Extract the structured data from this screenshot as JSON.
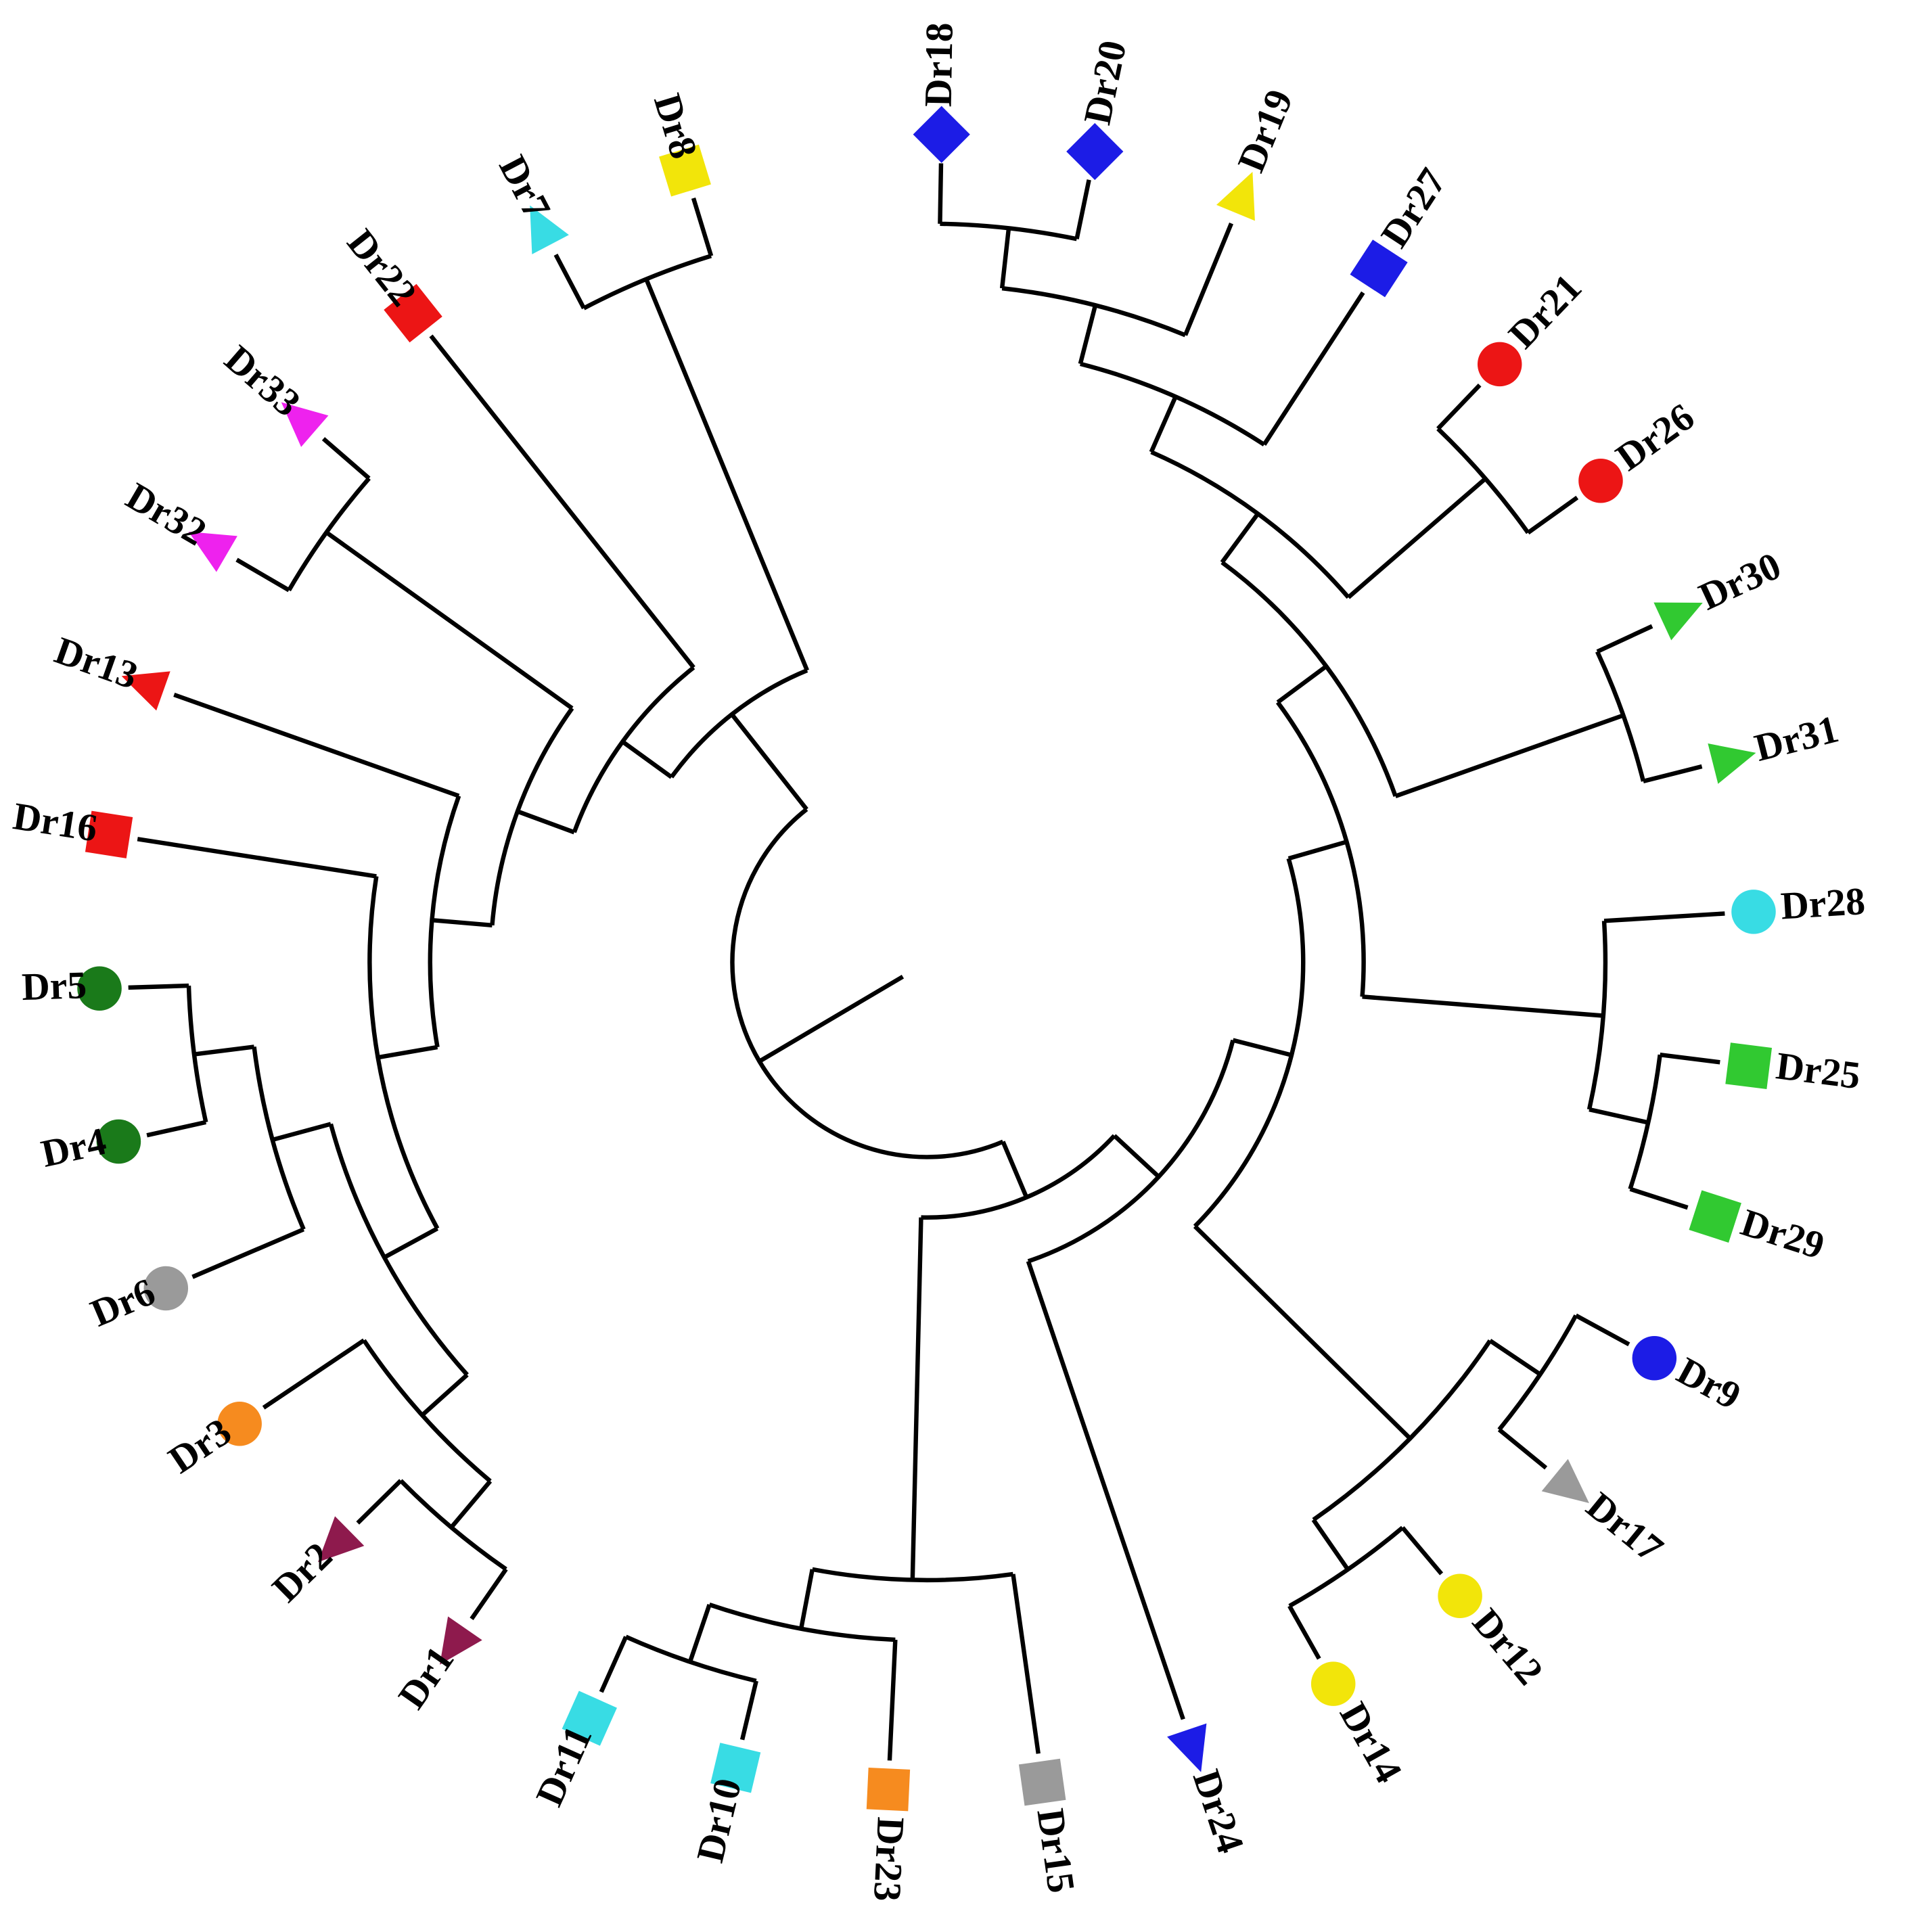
{
  "figure": {
    "type": "circular-phylogenetic-tree",
    "background": "#FFFFFF",
    "line_color": "#000000",
    "label_color": "#000000",
    "palette": {
      "blue": "#1C1CE6",
      "yellow": "#F2E50A",
      "red": "#EC1515",
      "green": "#31C931",
      "cyan": "#38DCE4",
      "darkgreen": "#1A7A1A",
      "gray": "#9A9A9A",
      "orange": "#F68B1F",
      "magenta": "#EE22EE",
      "maroon": "#8E1A4D"
    },
    "leaves": [
      {
        "label": "Dr18",
        "marker": "diamond",
        "color": "blue"
      },
      {
        "label": "Dr20",
        "marker": "diamond",
        "color": "blue"
      },
      {
        "label": "Dr19",
        "marker": "triangle",
        "color": "yellow"
      },
      {
        "label": "Dr27",
        "marker": "square",
        "color": "blue"
      },
      {
        "label": "Dr21",
        "marker": "circle",
        "color": "red"
      },
      {
        "label": "Dr26",
        "marker": "circle",
        "color": "red"
      },
      {
        "label": "Dr30",
        "marker": "triangle",
        "color": "green"
      },
      {
        "label": "Dr31",
        "marker": "triangle",
        "color": "green"
      },
      {
        "label": "Dr28",
        "marker": "circle",
        "color": "cyan"
      },
      {
        "label": "Dr25",
        "marker": "square",
        "color": "green"
      },
      {
        "label": "Dr29",
        "marker": "square",
        "color": "green"
      },
      {
        "label": "Dr9",
        "marker": "circle",
        "color": "blue"
      },
      {
        "label": "Dr17",
        "marker": "triangle",
        "color": "gray"
      },
      {
        "label": "Dr12",
        "marker": "circle",
        "color": "yellow"
      },
      {
        "label": "Dr14",
        "marker": "circle",
        "color": "yellow"
      },
      {
        "label": "Dr24",
        "marker": "triangle",
        "color": "blue"
      },
      {
        "label": "Dr15",
        "marker": "square",
        "color": "gray"
      },
      {
        "label": "Dr23",
        "marker": "square",
        "color": "orange"
      },
      {
        "label": "Dr10",
        "marker": "square",
        "color": "cyan"
      },
      {
        "label": "Dr11",
        "marker": "square",
        "color": "cyan"
      },
      {
        "label": "Dr1",
        "marker": "triangle",
        "color": "maroon"
      },
      {
        "label": "Dr2",
        "marker": "triangle",
        "color": "maroon"
      },
      {
        "label": "Dr3",
        "marker": "circle",
        "color": "orange"
      },
      {
        "label": "Dr6",
        "marker": "circle",
        "color": "gray"
      },
      {
        "label": "Dr4",
        "marker": "circle",
        "color": "darkgreen"
      },
      {
        "label": "Dr5",
        "marker": "circle",
        "color": "darkgreen"
      },
      {
        "label": "Dr16",
        "marker": "square",
        "color": "red"
      },
      {
        "label": "Dr13",
        "marker": "triangle",
        "color": "red"
      },
      {
        "label": "Dr32",
        "marker": "triangle",
        "color": "magenta"
      },
      {
        "label": "Dr33",
        "marker": "triangle",
        "color": "magenta"
      },
      {
        "label": "Dr22",
        "marker": "square",
        "color": "red"
      },
      {
        "label": "Dr7",
        "marker": "triangle",
        "color": "cyan"
      },
      {
        "label": "Dr8",
        "marker": "square",
        "color": "yellow"
      }
    ],
    "tree": {
      "name": "root",
      "children": [
        {
          "name": "cladeB",
          "children": [
            {
              "name": "B1",
              "children": [
                {
                  "name": "B2",
                  "children": [
                    {
                      "name": "B3",
                      "children": [
                        {
                          "name": "B4",
                          "children": [
                            {
                              "name": "B5",
                              "children": [
                                {
                                  "name": "R3",
                                  "children": [
                                    {
                                      "name": "R2",
                                      "children": [
                                        {
                                          "name": "R1",
                                          "children": [
                                            {
                                              "leaf": "Dr18"
                                            },
                                            {
                                              "leaf": "Dr20"
                                            }
                                          ]
                                        },
                                        {
                                          "leaf": "Dr19"
                                        }
                                      ]
                                    },
                                    {
                                      "leaf": "Dr27"
                                    }
                                  ]
                                },
                                {
                                  "name": "R4",
                                  "children": [
                                    {
                                      "leaf": "Dr21"
                                    },
                                    {
                                      "leaf": "Dr26"
                                    }
                                  ]
                                }
                              ]
                            },
                            {
                              "name": "R6",
                              "children": [
                                {
                                  "leaf": "Dr30"
                                },
                                {
                                  "leaf": "Dr31"
                                }
                              ]
                            }
                          ]
                        },
                        {
                          "name": "R9",
                          "children": [
                            {
                              "leaf": "Dr28"
                            },
                            {
                              "name": "R8",
                              "children": [
                                {
                                  "leaf": "Dr25"
                                },
                                {
                                  "leaf": "Dr29"
                                }
                              ]
                            }
                          ]
                        }
                      ]
                    },
                    {
                      "name": "F3",
                      "children": [
                        {
                          "name": "F1",
                          "children": [
                            {
                              "leaf": "Dr9"
                            },
                            {
                              "leaf": "Dr17"
                            }
                          ]
                        },
                        {
                          "name": "F2",
                          "children": [
                            {
                              "leaf": "Dr12"
                            },
                            {
                              "leaf": "Dr14"
                            }
                          ]
                        }
                      ]
                    }
                  ]
                },
                {
                  "leaf": "Dr24"
                }
              ]
            },
            {
              "name": "G3",
              "children": [
                {
                  "leaf": "Dr15"
                },
                {
                  "name": "G2",
                  "children": [
                    {
                      "leaf": "Dr23"
                    },
                    {
                      "name": "G1",
                      "children": [
                        {
                          "leaf": "Dr10"
                        },
                        {
                          "leaf": "Dr11"
                        }
                      ]
                    }
                  ]
                }
              ]
            }
          ]
        },
        {
          "name": "cladeA",
          "children": [
            {
              "name": "A1",
              "children": [
                {
                  "name": "A2",
                  "children": [
                    {
                      "name": "A3",
                      "children": [
                        {
                          "name": "A4",
                          "children": [
                            {
                              "name": "L5",
                              "children": [
                                {
                                  "name": "L4",
                                  "children": [
                                    {
                                      "name": "L3",
                                      "children": [
                                        {
                                          "leaf": "Dr1"
                                        },
                                        {
                                          "leaf": "Dr2"
                                        }
                                      ]
                                    },
                                    {
                                      "leaf": "Dr3"
                                    }
                                  ]
                                },
                                {
                                  "name": "L2",
                                  "children": [
                                    {
                                      "leaf": "Dr6"
                                    },
                                    {
                                      "name": "L1",
                                      "children": [
                                        {
                                          "leaf": "Dr4"
                                        },
                                        {
                                          "leaf": "Dr5"
                                        }
                                      ]
                                    }
                                  ]
                                }
                              ]
                            },
                            {
                              "leaf": "Dr16"
                            }
                          ]
                        },
                        {
                          "leaf": "Dr13"
                        }
                      ]
                    },
                    {
                      "name": "U2",
                      "children": [
                        {
                          "leaf": "Dr32"
                        },
                        {
                          "leaf": "Dr33"
                        }
                      ]
                    }
                  ]
                },
                {
                  "leaf": "Dr22"
                }
              ]
            },
            {
              "name": "U1",
              "children": [
                {
                  "leaf": "Dr7"
                },
                {
                  "leaf": "Dr8"
                }
              ]
            }
          ]
        }
      ]
    }
  }
}
